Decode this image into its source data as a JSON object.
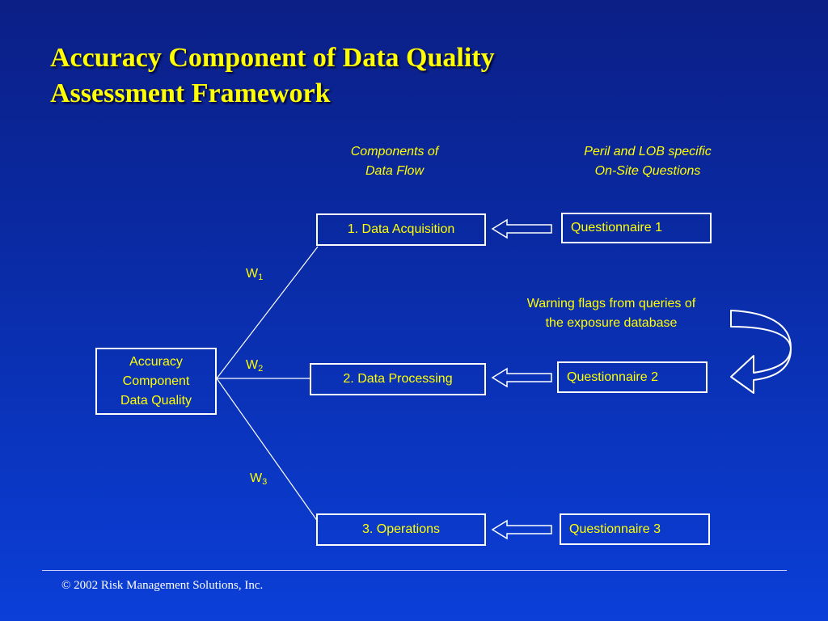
{
  "title": {
    "line1": "Accuracy Component of Data Quality",
    "line2": "Assessment Framework"
  },
  "headers": {
    "components": {
      "line1": "Components of",
      "line2": "Data Flow"
    },
    "questions": {
      "line1": "Peril and LOB specific",
      "line2": "On-Site Questions"
    }
  },
  "root": {
    "line1": "Accuracy",
    "line2": "Component",
    "line3": "Data Quality"
  },
  "weights": [
    {
      "base": "W",
      "sub": "1"
    },
    {
      "base": "W",
      "sub": "2"
    },
    {
      "base": "W",
      "sub": "3"
    }
  ],
  "components": [
    "1.  Data Acquisition",
    "2.  Data Processing",
    "3.  Operations"
  ],
  "questionnaires": [
    "Questionnaire 1",
    "Questionnaire 2",
    "Questionnaire 3"
  ],
  "warning": {
    "line1": "Warning flags from queries of",
    "line2": "the exposure database"
  },
  "footer": "© 2002 Risk Management Solutions, Inc.",
  "colors": {
    "background_top": "#0b1f86",
    "background_bottom": "#0b3fd8",
    "text": "#ffff00",
    "lines": "#ffffff"
  }
}
